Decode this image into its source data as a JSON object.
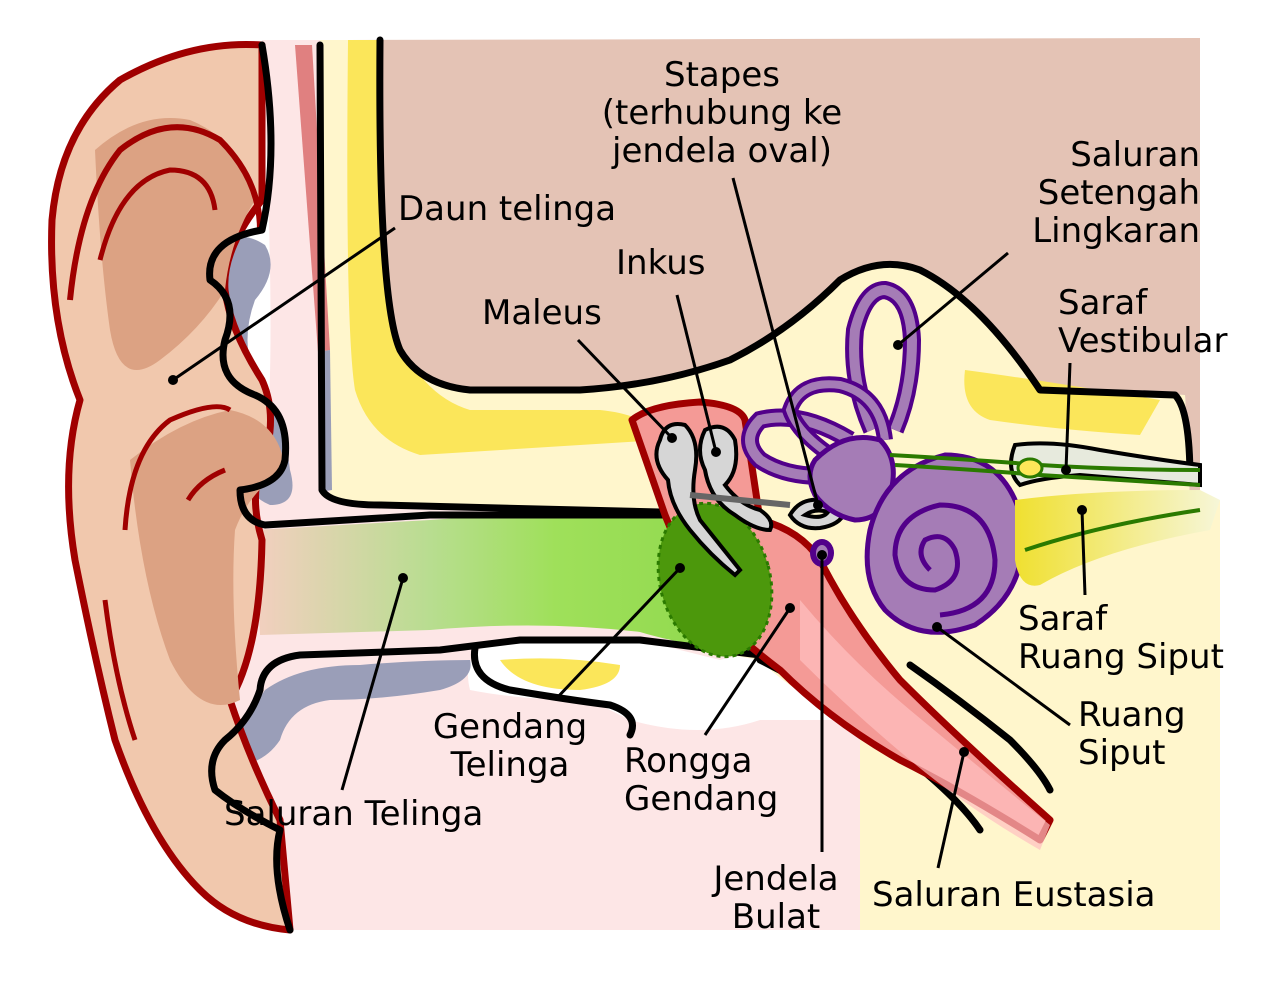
{
  "diagram": {
    "labels": {
      "daun_telinga": "Daun telinga",
      "stapes_1": "Stapes",
      "stapes_2": "(terhubung ke",
      "stapes_3": "jendela oval)",
      "inkus": "Inkus",
      "maleus": "Maleus",
      "saluran_setengah_1": "Saluran",
      "saluran_setengah_2": "Setengah",
      "saluran_setengah_3": "Lingkaran",
      "saraf_vestibular_1": "Saraf",
      "saraf_vestibular_2": "Vestibular",
      "saraf_ruang_siput_1": "Saraf",
      "saraf_ruang_siput_2": "Ruang Siput",
      "ruang_siput_1": "Ruang",
      "ruang_siput_2": "Siput",
      "gendang_telinga_1": "Gendang",
      "gendang_telinga_2": "Telinga",
      "rongga_gendang_1": "Rongga",
      "rongga_gendang_2": "Gendang",
      "saluran_telinga": "Saluran Telinga",
      "jendela_bulat_1": "Jendela",
      "jendela_bulat_2": "Bulat",
      "saluran_eustasia": "Saluran Eustasia"
    },
    "colors": {
      "skin": "#f1c8ad",
      "skin_dark": "#dca283",
      "ear_outline": "#a00000",
      "bone": "#e8c4b5",
      "cartilage_yellow": "#fff5c6",
      "yellow_bright": "#fde759",
      "canal_pink": "#fde6e6",
      "grey_blue": "#9a9eb8",
      "green_canal": "#86e04a",
      "eardrum_green": "#4c980c",
      "middle_red": "#f49a96",
      "ossicle_grey": "#d6d6d6",
      "labyrinth_purple": "#a57cb6",
      "labyrinth_stroke": "#52008a",
      "nerve_green": "#2b7a00"
    }
  }
}
